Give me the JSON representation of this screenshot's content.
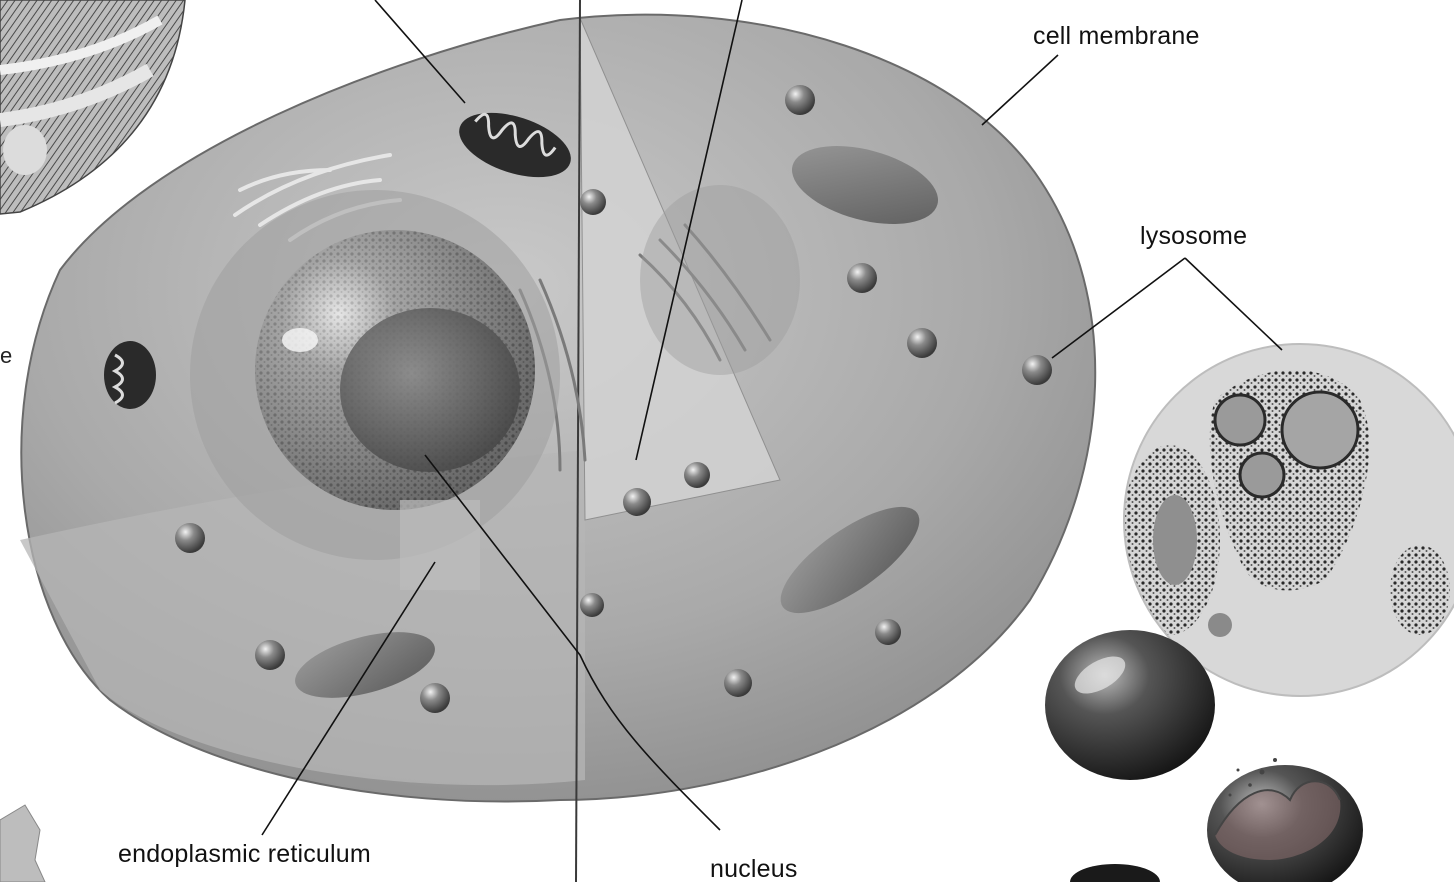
{
  "labels": {
    "cell_membrane": "cell membrane",
    "lysosome": "lysosome",
    "endoplasmic_reticulum": "endoplasmic reticulum",
    "nucleus": "nucleus",
    "cropped_left": "e"
  }
}
